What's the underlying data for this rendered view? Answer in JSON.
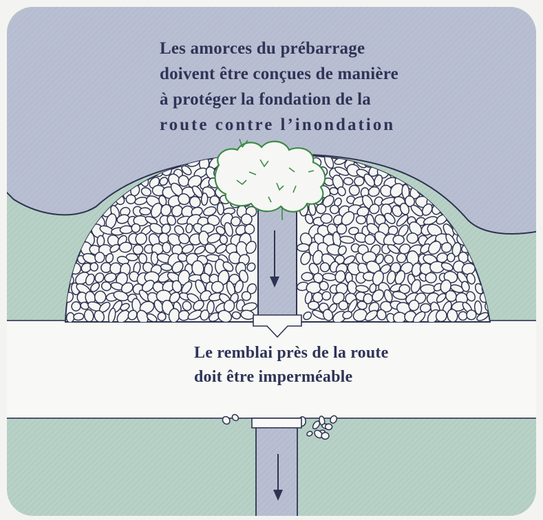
{
  "colors": {
    "pond_fill": "#b9bfd2",
    "water_fill": "#b7d1c6",
    "road_fill": "#f8f8f6",
    "outline": "#2d3350",
    "stone_fill": "#f6f7f4",
    "foliage": "#3d8a47",
    "text": "#2f3457"
  },
  "captions": {
    "embankment_note": [
      "Les amorces du prébarrage",
      "doivent être conçues de manière",
      "à protéger la fondation de la",
      "route contre l’inondation"
    ],
    "fill_note": [
      "Le remblai près de la route",
      "doit être imperméable"
    ]
  },
  "icons": [
    "flow-arrow-icon",
    "flow-arrow-icon",
    "vegetation-icon"
  ]
}
